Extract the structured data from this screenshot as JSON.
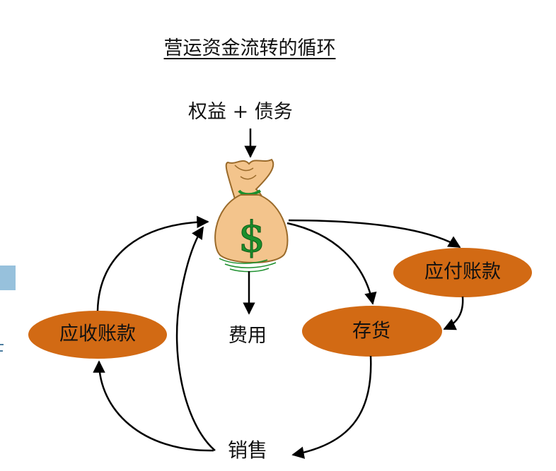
{
  "title": "营运资金流转的循环",
  "source_label": "权益 + 债务",
  "nodes": {
    "receivable": "应收账款",
    "inventory": "存货",
    "payable": "应付账款"
  },
  "expense_label": "费用",
  "sales_label": "销售",
  "money_bag": {
    "symbol": "$",
    "icon": "money-bag-icon"
  },
  "colors": {
    "oval_fill": "#d26a14",
    "bag_fill": "#f3c48c",
    "dollar_green": "#1b8f2c",
    "arrow": "#000000",
    "edge_accent": "#97c1dc"
  }
}
